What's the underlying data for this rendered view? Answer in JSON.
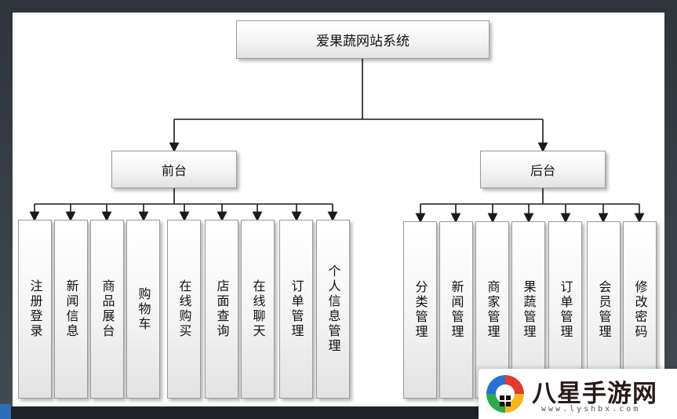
{
  "root": {
    "label": "爱果蔬网站系统"
  },
  "frontend": {
    "label": "前台",
    "children": [
      "注册登录",
      "新闻信息",
      "商品展台",
      "购物车",
      "在线购买",
      "店面查询",
      "在线聊天",
      "订单管理",
      "个人信息管理"
    ]
  },
  "backend": {
    "label": "后台",
    "children": [
      "分类管理",
      "新闻管理",
      "商家管理",
      "果蔬管理",
      "订单管理",
      "会员管理",
      "修改密码"
    ]
  },
  "watermark": {
    "title": "八星手游网",
    "url": "www.lyshbx.com"
  },
  "colors": {
    "line": "#1a1a1a",
    "box_border": "#9a9a9a",
    "background": "#ffffff",
    "frame": "#3a3f47"
  }
}
